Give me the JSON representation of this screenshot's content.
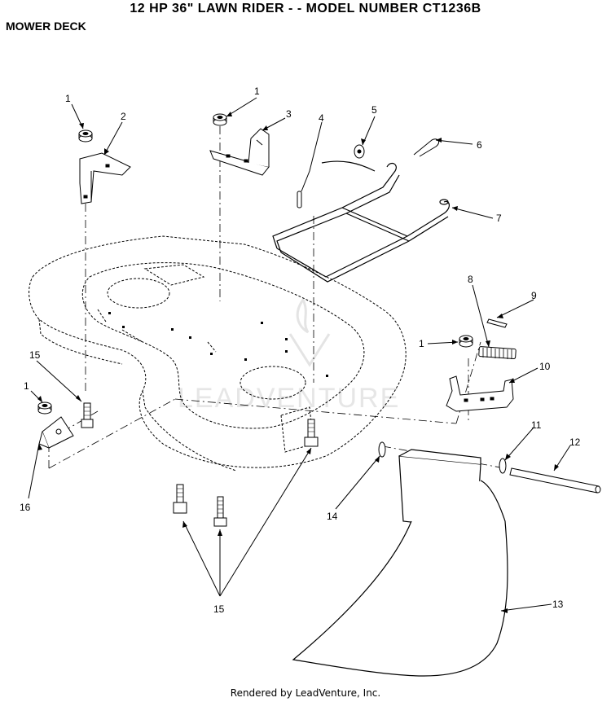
{
  "title": "12 HP 36\" LAWN RIDER - - MODEL NUMBER CT1236B",
  "subtitle": "MOWER DECK",
  "footer": "Rendered by LeadVenture, Inc.",
  "watermark": "LEADVENTURE",
  "callouts": [
    {
      "id": "c1a",
      "label": "1"
    },
    {
      "id": "c2",
      "label": "2"
    },
    {
      "id": "c1b",
      "label": "1"
    },
    {
      "id": "c3",
      "label": "3"
    },
    {
      "id": "c4",
      "label": "4"
    },
    {
      "id": "c5",
      "label": "5"
    },
    {
      "id": "c6",
      "label": "6"
    },
    {
      "id": "c7",
      "label": "7"
    },
    {
      "id": "c8",
      "label": "8"
    },
    {
      "id": "c9",
      "label": "9"
    },
    {
      "id": "c1c",
      "label": "1"
    },
    {
      "id": "c10",
      "label": "10"
    },
    {
      "id": "c15a",
      "label": "15"
    },
    {
      "id": "c1d",
      "label": "1"
    },
    {
      "id": "c16",
      "label": "16"
    },
    {
      "id": "c11",
      "label": "11"
    },
    {
      "id": "c12",
      "label": "12"
    },
    {
      "id": "c14",
      "label": "14"
    },
    {
      "id": "c13",
      "label": "13"
    },
    {
      "id": "c15b",
      "label": "15"
    }
  ],
  "colors": {
    "line": "#000000",
    "watermark": "#e6e6e6"
  }
}
